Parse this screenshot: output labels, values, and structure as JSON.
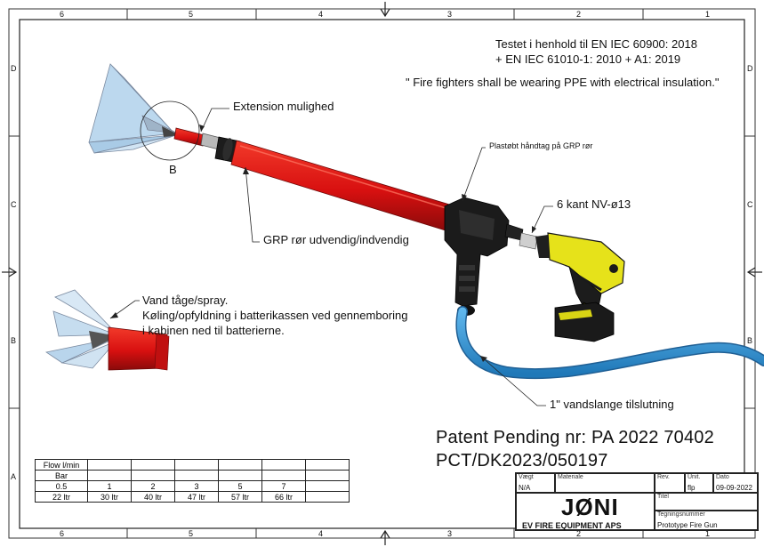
{
  "frame": {
    "columns": [
      "6",
      "5",
      "4",
      "3",
      "2",
      "1"
    ],
    "rows": [
      "D",
      "C",
      "B",
      "A"
    ]
  },
  "standards": {
    "line1": "Testet i henhold til  EN IEC 60900: 2018",
    "line2": "+ EN IEC 61010-1: 2010 + A1: 2019",
    "line3": "\" Fire fighters shall be wearing PPE with electrical insulation.\""
  },
  "labels": {
    "extension": "Extension mulighed",
    "detail_b": "B",
    "handle": "Plastøbt håndtag på GRP rør",
    "hex": "6 kant NV-ø13",
    "grp": "GRP rør udvendig/indvendig",
    "mist_line1": "Vand tåge/spray.",
    "mist_line2": "Køling/opfyldning i batterikassen ved gennemboring",
    "mist_line3": "i kabinen ned til batterierne.",
    "hose": "1\" vandslange tilslutning"
  },
  "patent": {
    "line1": "Patent Pending nr: PA 2022 70402",
    "line2": "PCT/DK2023/050197"
  },
  "flow_table": {
    "header_flow": "Flow l/min",
    "header_bar": "Bar",
    "bar_values": [
      "0.5",
      "1",
      "2",
      "3",
      "5",
      "7"
    ],
    "flow_values": [
      "22 ltr",
      "30 ltr",
      "40 ltr",
      "47 ltr",
      "57 ltr",
      "66 ltr"
    ]
  },
  "title_block": {
    "weight_label": "Vægt",
    "weight_value": "N/A",
    "material_label": "Materiale",
    "rev_label": "Rev.",
    "unit_label": "Unit.",
    "unit_value": "flp",
    "date_label": "Dato",
    "date_value": "09-09-2022",
    "title_label": "Titel",
    "drawing_no_label": "Tegningsnummer",
    "drawing_no_value": "Prototype Fire Gun",
    "company_name": "JØNI",
    "company_sub": "EV FIRE EQUIPMENT APS"
  },
  "colors": {
    "tube_red": "#e01515",
    "tube_dark": "#8a0a0a",
    "handle_black": "#1b1b1b",
    "drill_yellow": "#e6e21a",
    "hose_blue": "#2f93d6",
    "spray_blue": "#bcd8ee",
    "flag_red": "#d8242a"
  }
}
